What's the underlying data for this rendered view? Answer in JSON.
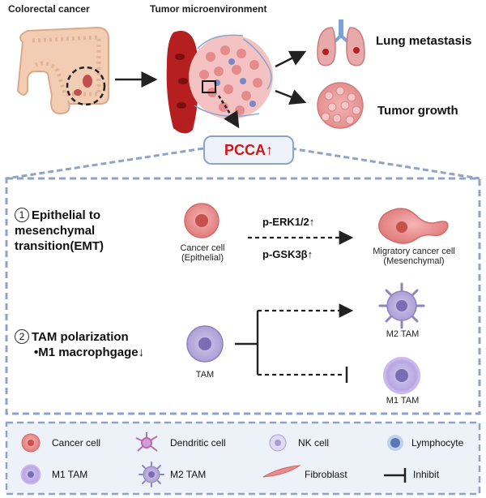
{
  "top": {
    "colorectal_cancer": "Colorectal cancer",
    "tumor_microenvironment": "Tumor microenvironment",
    "lung_metastasis": "Lung metastasis",
    "tumor_growth": "Tumor growth",
    "pcca": "PCCA↑"
  },
  "section1": {
    "number": "1",
    "title_lines": [
      "Epithelial to",
      "mesenchymal",
      "transition(EMT)"
    ],
    "cancer_cell": "Cancer cell",
    "cancer_cell_sub": "(Epithelial)",
    "arrow_top": "p-ERK1/2↑",
    "arrow_bottom": "p-GSK3β↑",
    "migratory": "Migratory cancer cell",
    "migratory_sub": "(Mesenchymal)"
  },
  "section2": {
    "number": "2",
    "title": "TAM polarization",
    "subtitle": "•M1 macrophgage↓",
    "tam": "TAM",
    "m2": "M2 TAM",
    "m1": "M1 TAM"
  },
  "legend": {
    "cancer_cell": "Cancer  cell",
    "dendritic_cell": "Dendritic cell",
    "nk_cell": "NK cell",
    "lymphocyte": "Lymphocyte",
    "m1_tam": "M1 TAM",
    "m2_tam": "M2 TAM",
    "fibroblast": "Fibroblast",
    "inhibit": "Inhibit"
  },
  "colors": {
    "pcca_red": "#d11414",
    "frame_blue": "#8fa3c6",
    "cancer_pink": "#e88a8a",
    "tam_purple": "#9b8fc9"
  }
}
